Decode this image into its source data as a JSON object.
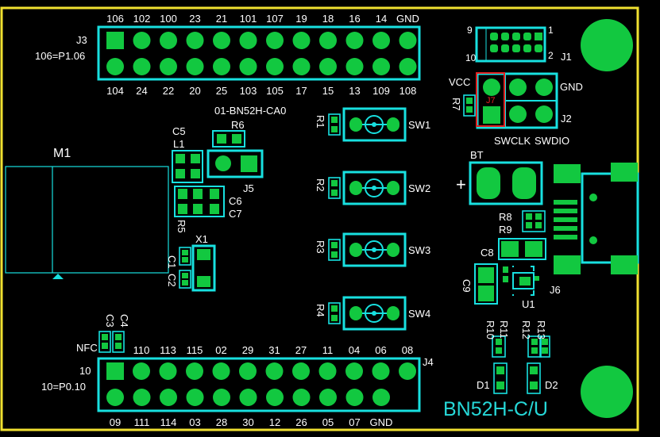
{
  "board": {
    "title": "BN52H-C/U",
    "silk_id": "01-BN52H-CA0",
    "colors": {
      "outline": "#f0e030",
      "silk": "#18e0e0",
      "pad": "#12c840",
      "text": "#ffffff",
      "highlight": "#e02020"
    }
  },
  "j3": {
    "ref": "J3",
    "note": "106=P1.06",
    "top_labels": [
      "106",
      "102",
      "100",
      "23",
      "21",
      "101",
      "107",
      "19",
      "18",
      "16",
      "14",
      "GND"
    ],
    "bottom_labels": [
      "104",
      "24",
      "22",
      "20",
      "25",
      "103",
      "105",
      "17",
      "15",
      "13",
      "109",
      "108"
    ]
  },
  "j4": {
    "ref": "J4",
    "side_top": "10",
    "note": "10=P0.10",
    "nfc": "NFC",
    "top_labels": [
      "110",
      "113",
      "115",
      "02",
      "29",
      "31",
      "27",
      "11",
      "04",
      "06",
      "08"
    ],
    "bottom_labels": [
      "09",
      "111",
      "114",
      "03",
      "28",
      "30",
      "12",
      "26",
      "05",
      "07",
      "GND"
    ]
  },
  "j1": {
    "ref": "J1",
    "pin_9": "9",
    "pin_1": "1",
    "pin_10": "10",
    "pin_2": "2"
  },
  "j2": {
    "ref": "J2",
    "vcc": "VCC",
    "gnd": "GND",
    "swclk": "SWCLK",
    "swdio": "SWDIO",
    "j7": "J7"
  },
  "parts": {
    "m1": "M1",
    "c5": "C5",
    "l1": "L1",
    "r6": "R6",
    "j5": "J5",
    "c6": "C6",
    "c7": "C7",
    "r5": "R5",
    "x1": "X1",
    "c1": "C1",
    "c2": "C2",
    "c3": "C3",
    "c4": "C4",
    "r7": "R7",
    "r1": "R1",
    "r2": "R2",
    "r3": "R3",
    "r4": "R4",
    "sw1": "SW1",
    "sw2": "SW2",
    "sw3": "SW3",
    "sw4": "SW4",
    "bt": "BT",
    "plus": "+",
    "r8": "R8",
    "r9": "R9",
    "c8": "C8",
    "c9": "C9",
    "u1": "U1",
    "j6": "J6",
    "r10": "R10",
    "r11": "R11",
    "r12": "R12",
    "r13": "R13",
    "d1": "D1",
    "d2": "D2"
  }
}
